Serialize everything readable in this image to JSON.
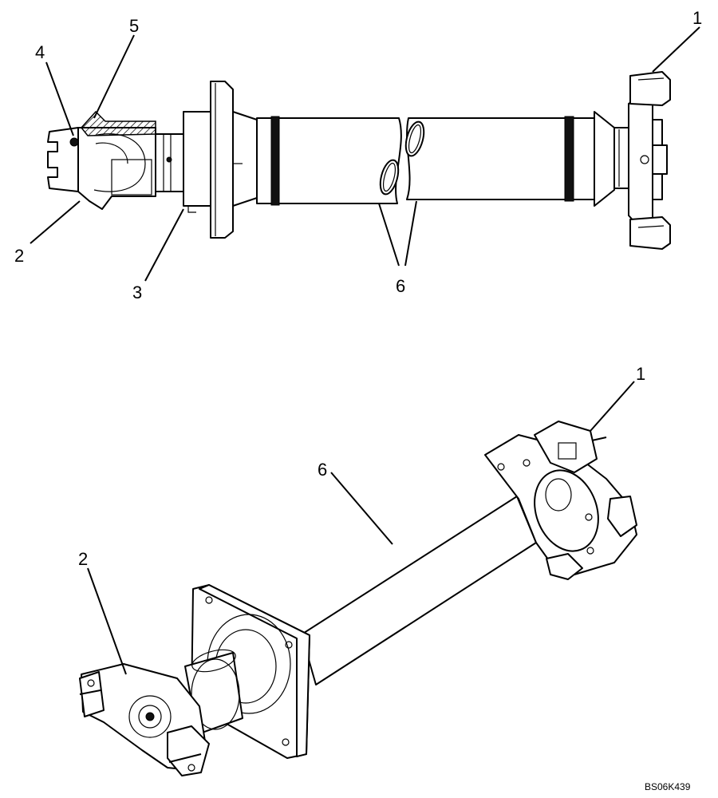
{
  "figure_code": "BS06K439",
  "callouts": {
    "upper": {
      "yoke_right": "1",
      "yoke_left": "2",
      "flange": "3",
      "fitting": "4",
      "section": "5",
      "tube": "6"
    },
    "lower": {
      "yoke_right": "1",
      "yoke_left": "2",
      "tube": "6"
    }
  }
}
